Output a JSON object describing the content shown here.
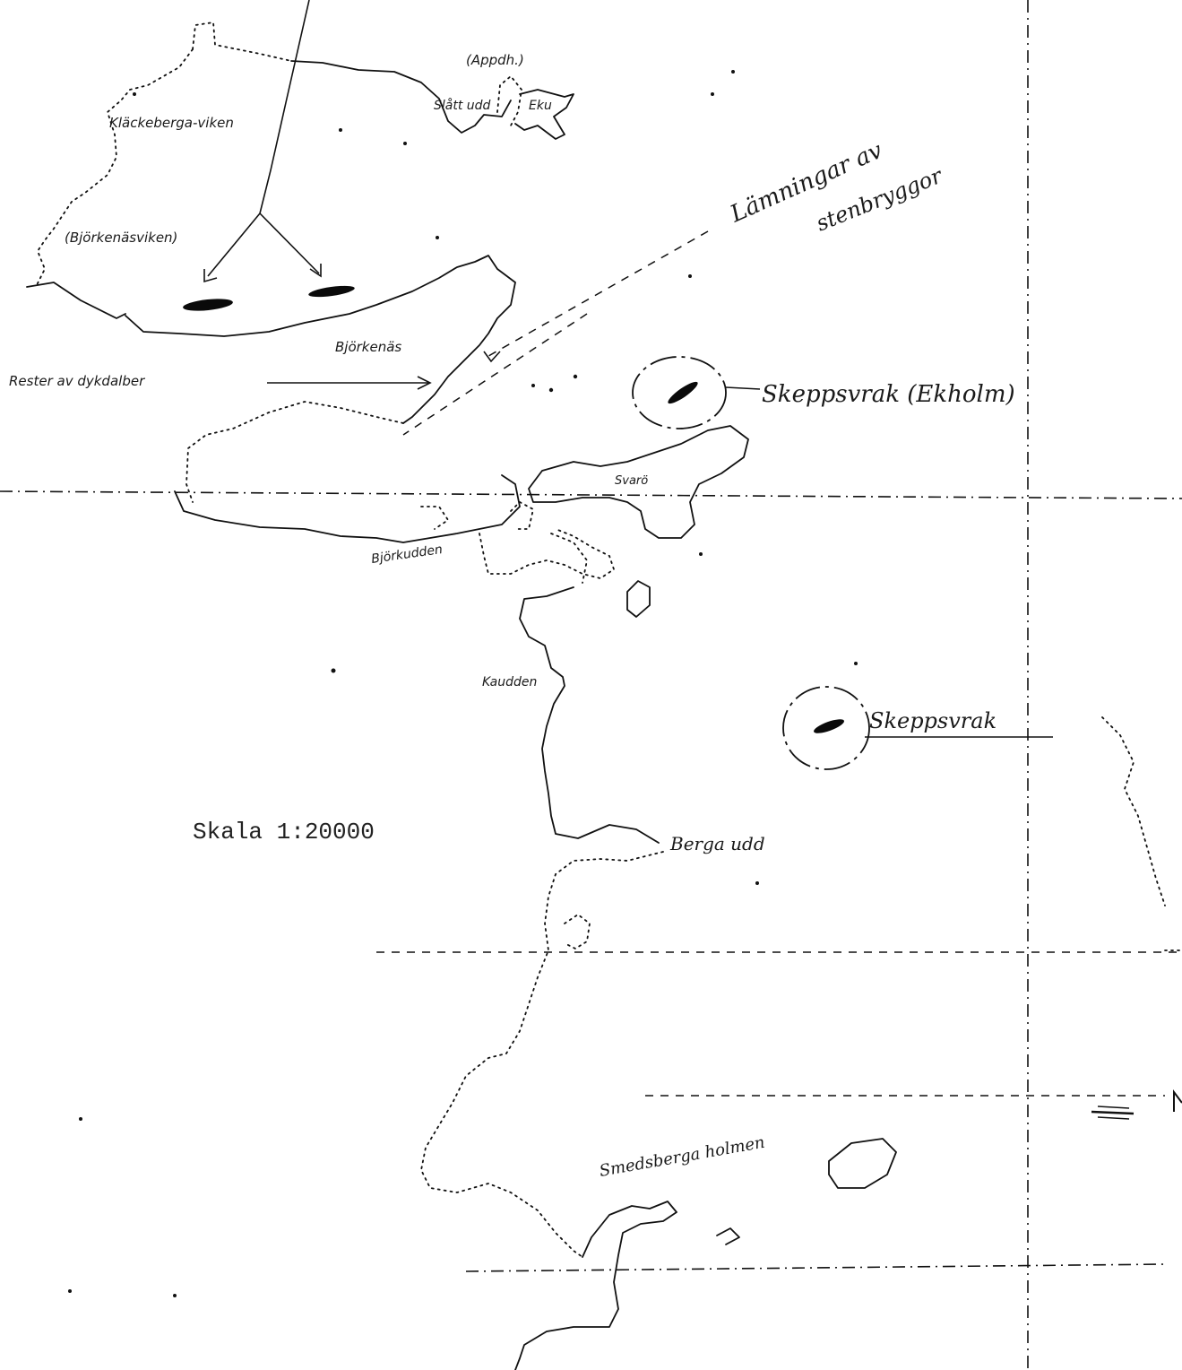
{
  "map": {
    "labels": {
      "appdh": "(Appdh.)",
      "slatt_udd": "Slått udd",
      "eku": "Eku",
      "klackeberga_viken": "Kläckeberga-viken",
      "bjorkenasviken": "(Björkenäsviken)",
      "bjorkenas": "Björkenäs",
      "rester": "Rester av dykdalber",
      "svarto": "Svarö",
      "bjorkudden": "Björkudden",
      "kaudden": "Kaudden",
      "scale": "Skala 1:20000"
    },
    "annotations": {
      "lamningar": "Lämningar av",
      "stenbryggor": "stenbryggor",
      "wreck_upper": "Skeppsvrak (Ekholm)",
      "wreck_lower": "Skeppsvrak",
      "berga_udd": "Berga udd",
      "lower_right": "Smedsberga holmen"
    },
    "icons": [
      "wreck-icon",
      "north-arrow-icon"
    ]
  }
}
